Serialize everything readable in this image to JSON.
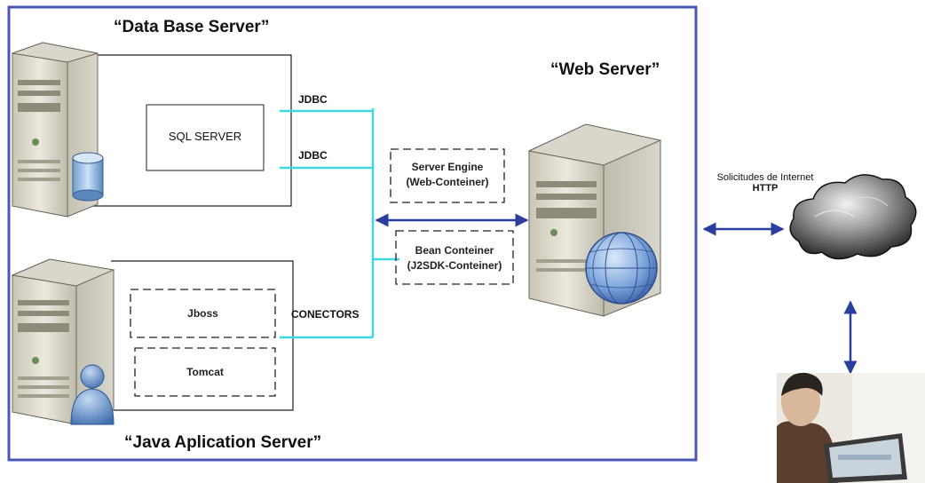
{
  "titles": {
    "db_server": "“Data Base Server”",
    "web_server": "“Web Server”",
    "java_server": "“Java Aplication Server”"
  },
  "labels": {
    "sql_server": "SQL SERVER",
    "jdbc_1": "JDBC",
    "jdbc_2": "JDBC",
    "conectors": "CONECTORS",
    "server_engine": "Server Engine",
    "web_conteiner": "(Web-Conteiner)",
    "bean_conteiner": "Bean Conteiner",
    "j2sdk_conteiner": "(J2SDK-Conteiner)",
    "jboss": "Jboss",
    "tomcat": "Tomcat",
    "solicitudes": "Solicitudes de Internet",
    "http": "HTTP"
  },
  "icons": {
    "db_server": "server-tower-icon",
    "database": "database-cylinder-icon",
    "java_server": "server-tower-icon",
    "user": "user-icon",
    "web_server": "server-tower-icon",
    "globe": "globe-icon",
    "cloud": "cloud-icon",
    "photo": "person-at-laptop-photo"
  },
  "colors": {
    "frame": "#4a55b5",
    "connector": "#3ed7e6",
    "arrow": "#2a3f9d"
  }
}
